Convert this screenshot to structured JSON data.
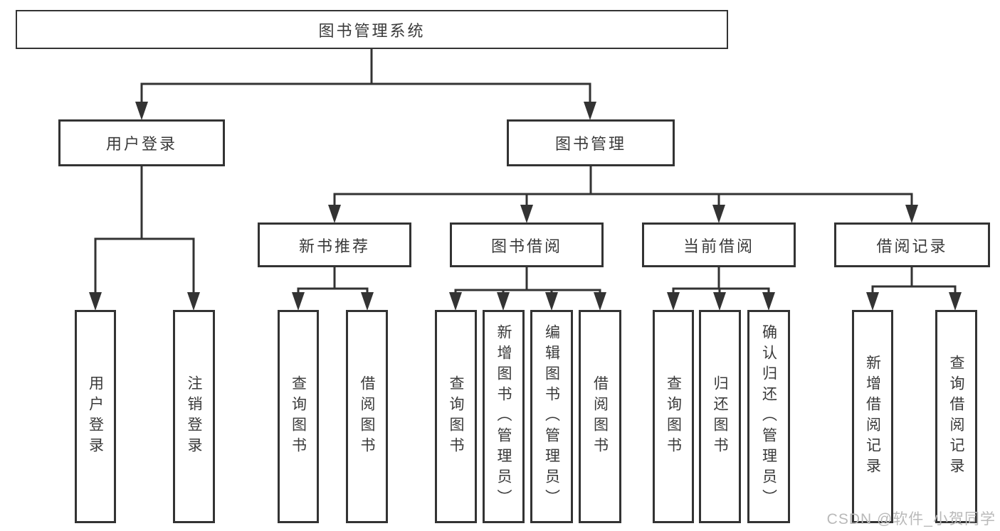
{
  "diagram": {
    "watermark": "CSDN @软件_小贺同学",
    "colors": {
      "line": "#333333",
      "text": "#3a3a3a",
      "box_fill": "#ffffff",
      "watermark": "#b9b9b9"
    },
    "nodes": {
      "root": "图书管理系统",
      "user_login": "用户登录",
      "book_mgmt": "图书管理",
      "new_book_rec": "新书推荐",
      "book_borrow": "图书借阅",
      "current_borrow": "当前借阅",
      "borrow_records": "借阅记录",
      "login": "用户登录",
      "logout": "注销登录",
      "rec_query": "查询图书",
      "rec_borrow": "借阅图书",
      "bb_query": "查询图书",
      "bb_add": "新增图书（管理员）",
      "bb_edit": "编辑图书（管理员）",
      "bb_borrow": "借阅图书",
      "cb_query": "查询图书",
      "cb_return": "归还图书",
      "cb_confirm": "确认归还（管理员）",
      "br_add": "新增借阅记录",
      "br_query": "查询借阅记录"
    },
    "hierarchy": {
      "图书管理系统": {
        "用户登录": [
          "用户登录",
          "注销登录"
        ],
        "图书管理": {
          "新书推荐": [
            "查询图书",
            "借阅图书"
          ],
          "图书借阅": [
            "查询图书",
            "新增图书（管理员）",
            "编辑图书（管理员）",
            "借阅图书"
          ],
          "当前借阅": [
            "查询图书",
            "归还图书",
            "确认归还（管理员）"
          ],
          "借阅记录": [
            "新增借阅记录",
            "查询借阅记录"
          ]
        }
      }
    }
  }
}
